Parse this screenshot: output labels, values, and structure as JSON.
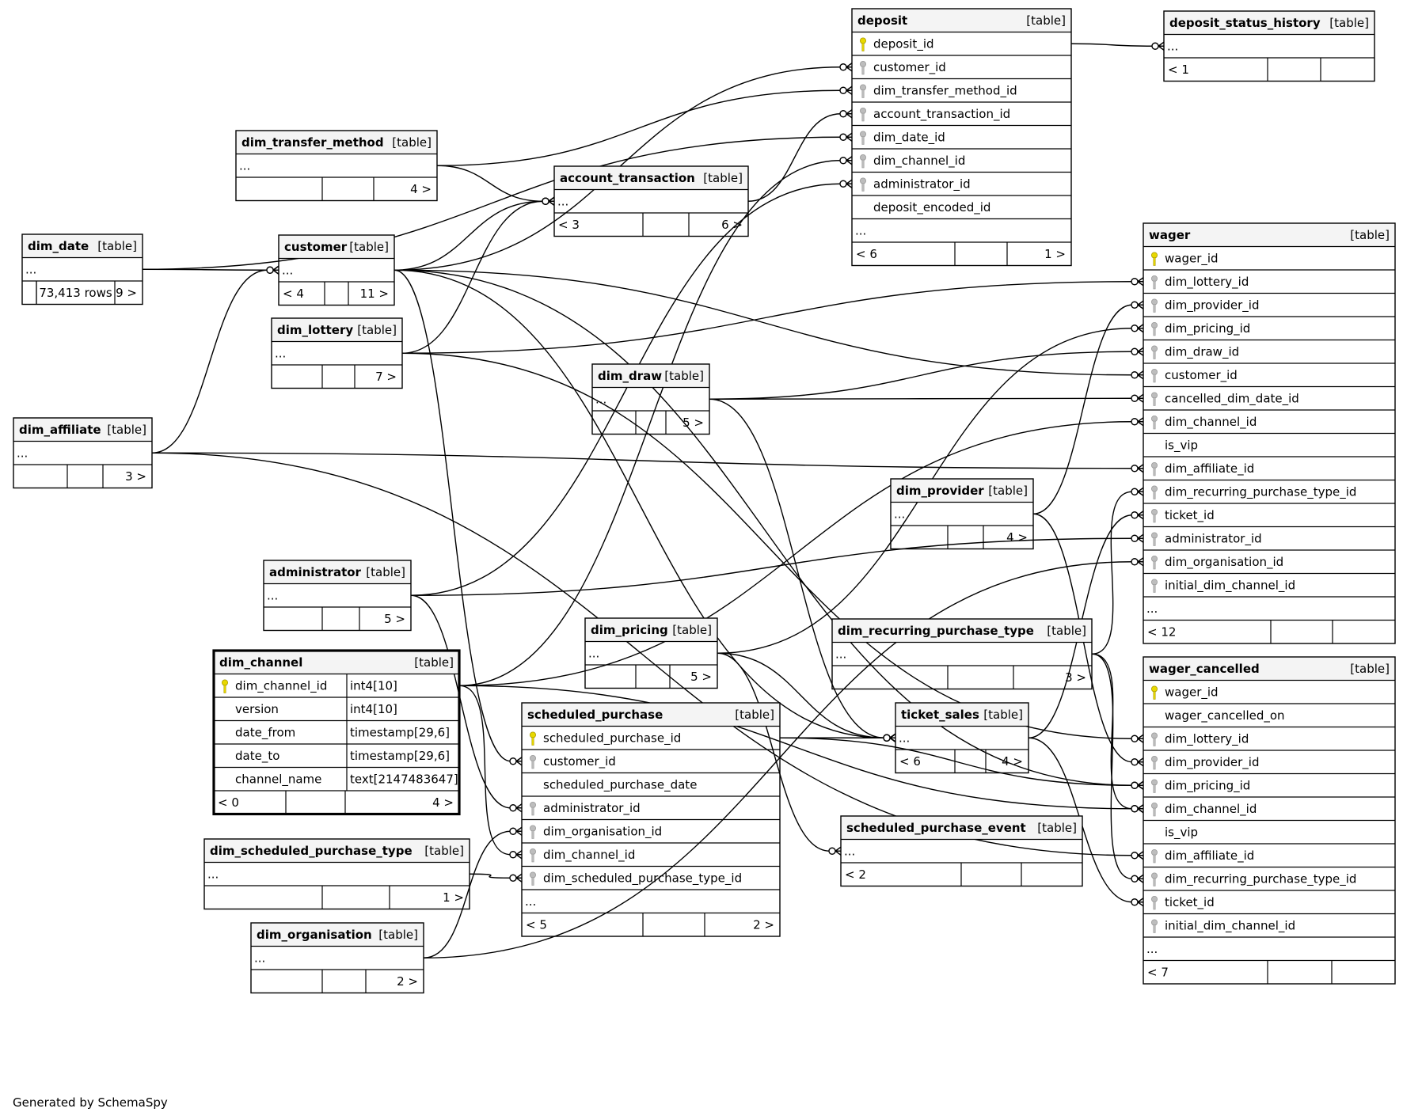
{
  "footer": "Generated by SchemaSpy",
  "tables": {
    "deposit": {
      "name": "deposit",
      "tag": "[table]",
      "columns": [
        {
          "name": "deposit_id",
          "key": "pk"
        },
        {
          "name": "customer_id",
          "key": "fk"
        },
        {
          "name": "dim_transfer_method_id",
          "key": "fk"
        },
        {
          "name": "account_transaction_id",
          "key": "fk"
        },
        {
          "name": "dim_date_id",
          "key": "fk"
        },
        {
          "name": "dim_channel_id",
          "key": "fk"
        },
        {
          "name": "administrator_id",
          "key": "fk"
        },
        {
          "name": "deposit_encoded_id",
          "key": ""
        },
        {
          "name": "...",
          "key": ""
        }
      ],
      "footer": [
        "< 6",
        "",
        "1 >"
      ]
    },
    "deposit_status_history": {
      "name": "deposit_status_history",
      "tag": "[table]",
      "columns": [
        {
          "name": "...",
          "key": ""
        }
      ],
      "footer": [
        "< 1",
        "",
        ""
      ]
    },
    "dim_transfer_method": {
      "name": "dim_transfer_method",
      "tag": "[table]",
      "columns": [
        {
          "name": "...",
          "key": ""
        }
      ],
      "footer": [
        "",
        "",
        "4 >"
      ]
    },
    "account_transaction": {
      "name": "account_transaction",
      "tag": "[table]",
      "columns": [
        {
          "name": "...",
          "key": ""
        }
      ],
      "footer": [
        "< 3",
        "",
        "6 >"
      ]
    },
    "dim_date": {
      "name": "dim_date",
      "tag": "[table]",
      "columns": [
        {
          "name": "...",
          "key": ""
        }
      ],
      "footer": [
        "",
        "73,413 rows",
        "9 >"
      ]
    },
    "customer": {
      "name": "customer",
      "tag": "[table]",
      "columns": [
        {
          "name": "...",
          "key": ""
        }
      ],
      "footer": [
        "< 4",
        "",
        "11 >"
      ]
    },
    "dim_lottery": {
      "name": "dim_lottery",
      "tag": "[table]",
      "columns": [
        {
          "name": "...",
          "key": ""
        }
      ],
      "footer": [
        "",
        "",
        "7 >"
      ]
    },
    "dim_affiliate": {
      "name": "dim_affiliate",
      "tag": "[table]",
      "columns": [
        {
          "name": "...",
          "key": ""
        }
      ],
      "footer": [
        "",
        "",
        "3 >"
      ]
    },
    "dim_draw": {
      "name": "dim_draw",
      "tag": "[table]",
      "columns": [
        {
          "name": "...",
          "key": ""
        }
      ],
      "footer": [
        "",
        "",
        "5 >"
      ]
    },
    "wager": {
      "name": "wager",
      "tag": "[table]",
      "columns": [
        {
          "name": "wager_id",
          "key": "pk"
        },
        {
          "name": "dim_lottery_id",
          "key": "fk"
        },
        {
          "name": "dim_provider_id",
          "key": "fk"
        },
        {
          "name": "dim_pricing_id",
          "key": "fk"
        },
        {
          "name": "dim_draw_id",
          "key": "fk"
        },
        {
          "name": "customer_id",
          "key": "fk"
        },
        {
          "name": "cancelled_dim_date_id",
          "key": "fk"
        },
        {
          "name": "dim_channel_id",
          "key": "fk"
        },
        {
          "name": "is_vip",
          "key": ""
        },
        {
          "name": "dim_affiliate_id",
          "key": "fk"
        },
        {
          "name": "dim_recurring_purchase_type_id",
          "key": "fk"
        },
        {
          "name": "ticket_id",
          "key": "fk"
        },
        {
          "name": "administrator_id",
          "key": "fk"
        },
        {
          "name": "dim_organisation_id",
          "key": "fk"
        },
        {
          "name": "initial_dim_channel_id",
          "key": "fk"
        },
        {
          "name": "...",
          "key": ""
        }
      ],
      "footer": [
        "< 12",
        "",
        ""
      ]
    },
    "dim_provider": {
      "name": "dim_provider",
      "tag": "[table]",
      "columns": [
        {
          "name": "...",
          "key": ""
        }
      ],
      "footer": [
        "",
        "",
        "4 >"
      ]
    },
    "administrator": {
      "name": "administrator",
      "tag": "[table]",
      "columns": [
        {
          "name": "...",
          "key": ""
        }
      ],
      "footer": [
        "",
        "",
        "5 >"
      ]
    },
    "dim_pricing": {
      "name": "dim_pricing",
      "tag": "[table]",
      "columns": [
        {
          "name": "...",
          "key": ""
        }
      ],
      "footer": [
        "",
        "",
        "5 >"
      ]
    },
    "dim_recurring_purchase_type": {
      "name": "dim_recurring_purchase_type",
      "tag": "[table]",
      "columns": [
        {
          "name": "...",
          "key": ""
        }
      ],
      "footer": [
        "",
        "",
        "3 >"
      ]
    },
    "wager_cancelled": {
      "name": "wager_cancelled",
      "tag": "[table]",
      "columns": [
        {
          "name": "wager_id",
          "key": "pk"
        },
        {
          "name": "wager_cancelled_on",
          "key": ""
        },
        {
          "name": "dim_lottery_id",
          "key": "fk"
        },
        {
          "name": "dim_provider_id",
          "key": "fk"
        },
        {
          "name": "dim_pricing_id",
          "key": "fk"
        },
        {
          "name": "dim_channel_id",
          "key": "fk"
        },
        {
          "name": "is_vip",
          "key": ""
        },
        {
          "name": "dim_affiliate_id",
          "key": "fk"
        },
        {
          "name": "dim_recurring_purchase_type_id",
          "key": "fk"
        },
        {
          "name": "ticket_id",
          "key": "fk"
        },
        {
          "name": "initial_dim_channel_id",
          "key": "fk"
        },
        {
          "name": "...",
          "key": ""
        }
      ],
      "footer": [
        "< 7",
        "",
        ""
      ]
    },
    "dim_channel": {
      "name": "dim_channel",
      "tag": "[table]",
      "columns": [
        {
          "name": "dim_channel_id",
          "type": "int4[10]",
          "key": "pk"
        },
        {
          "name": "version",
          "type": "int4[10]",
          "key": ""
        },
        {
          "name": "date_from",
          "type": "timestamp[29,6]",
          "key": ""
        },
        {
          "name": "date_to",
          "type": "timestamp[29,6]",
          "key": ""
        },
        {
          "name": "channel_name",
          "type": "text[2147483647]",
          "key": ""
        }
      ],
      "footer": [
        "< 0",
        "",
        "4 >"
      ]
    },
    "scheduled_purchase": {
      "name": "scheduled_purchase",
      "tag": "[table]",
      "columns": [
        {
          "name": "scheduled_purchase_id",
          "key": "pk"
        },
        {
          "name": "customer_id",
          "key": "fk"
        },
        {
          "name": "scheduled_purchase_date",
          "key": ""
        },
        {
          "name": "administrator_id",
          "key": "fk"
        },
        {
          "name": "dim_organisation_id",
          "key": "fk"
        },
        {
          "name": "dim_channel_id",
          "key": "fk"
        },
        {
          "name": "dim_scheduled_purchase_type_id",
          "key": "fk"
        },
        {
          "name": "...",
          "key": ""
        }
      ],
      "footer": [
        "< 5",
        "",
        "2 >"
      ]
    },
    "ticket_sales": {
      "name": "ticket_sales",
      "tag": "[table]",
      "columns": [
        {
          "name": "...",
          "key": ""
        }
      ],
      "footer": [
        "< 6",
        "",
        "4 >"
      ]
    },
    "scheduled_purchase_event": {
      "name": "scheduled_purchase_event",
      "tag": "[table]",
      "columns": [
        {
          "name": "...",
          "key": ""
        }
      ],
      "footer": [
        "< 2",
        "",
        ""
      ]
    },
    "dim_scheduled_purchase_type": {
      "name": "dim_scheduled_purchase_type",
      "tag": "[table]",
      "columns": [
        {
          "name": "...",
          "key": ""
        }
      ],
      "footer": [
        "",
        "",
        "1 >"
      ]
    },
    "dim_organisation": {
      "name": "dim_organisation",
      "tag": "[table]",
      "columns": [
        {
          "name": "...",
          "key": ""
        }
      ],
      "footer": [
        "",
        "",
        "2 >"
      ]
    }
  },
  "relationships": [
    {
      "from": "deposit.deposit_id",
      "to": "deposit_status_history.0"
    },
    {
      "from": "dim_date",
      "to": "customer.0"
    },
    {
      "from": "dim_affiliate",
      "to": "customer.0"
    },
    {
      "from": "dim_transfer_method",
      "to": "account_transaction.0"
    },
    {
      "from": "customer",
      "to": "account_transaction.0"
    },
    {
      "from": "dim_lottery",
      "to": "account_transaction.0"
    },
    {
      "from": "customer",
      "to": "deposit.1"
    },
    {
      "from": "dim_transfer_method",
      "to": "deposit.2"
    },
    {
      "from": "account_transaction",
      "to": "deposit.3"
    },
    {
      "from": "dim_date",
      "to": "deposit.4"
    },
    {
      "from": "dim_channel",
      "to": "deposit.5"
    },
    {
      "from": "administrator",
      "to": "deposit.6"
    },
    {
      "from": "dim_lottery",
      "to": "wager.1"
    },
    {
      "from": "dim_provider",
      "to": "wager.2"
    },
    {
      "from": "dim_pricing",
      "to": "wager.3"
    },
    {
      "from": "dim_draw",
      "to": "wager.4"
    },
    {
      "from": "customer",
      "to": "wager.5"
    },
    {
      "from": "dim_draw",
      "to": "wager.6"
    },
    {
      "from": "dim_channel",
      "to": "wager.7"
    },
    {
      "from": "dim_affiliate",
      "to": "wager.9"
    },
    {
      "from": "dim_recurring_purchase_type",
      "to": "wager.10"
    },
    {
      "from": "ticket_sales",
      "to": "wager.11"
    },
    {
      "from": "administrator",
      "to": "wager.12"
    },
    {
      "from": "dim_organisation",
      "to": "wager.13"
    },
    {
      "from": "dim_lottery",
      "to": "wager_cancelled.2"
    },
    {
      "from": "dim_provider",
      "to": "wager_cancelled.3"
    },
    {
      "from": "scheduled_purchase.scheduled_purchase_id",
      "to": "wager_cancelled.4"
    },
    {
      "from": "dim_recurring_purchase_type",
      "to": "wager_cancelled.5"
    },
    {
      "from": "dim_affiliate",
      "to": "wager_cancelled.7"
    },
    {
      "from": "dim_recurring_purchase_type",
      "to": "wager_cancelled.8"
    },
    {
      "from": "ticket_sales",
      "to": "wager_cancelled.9"
    },
    {
      "from": "customer",
      "to": "scheduled_purchase.1"
    },
    {
      "from": "administrator",
      "to": "scheduled_purchase.3"
    },
    {
      "from": "dim_organisation",
      "to": "scheduled_purchase.4"
    },
    {
      "from": "dim_channel",
      "to": "scheduled_purchase.5"
    },
    {
      "from": "dim_scheduled_purchase_type",
      "to": "scheduled_purchase.6"
    },
    {
      "from": "dim_draw",
      "to": "ticket_sales.0"
    },
    {
      "from": "dim_pricing",
      "to": "ticket_sales.0"
    },
    {
      "from": "scheduled_purchase.scheduled_purchase_id",
      "to": "ticket_sales.0"
    },
    {
      "from": "customer",
      "to": "ticket_sales.0"
    },
    {
      "from": "dim_pricing",
      "to": "scheduled_purchase_event.0"
    },
    {
      "from": "customer",
      "to": "wager_cancelled.4"
    },
    {
      "from": "dim_channel",
      "to": "wager_cancelled.5"
    }
  ]
}
